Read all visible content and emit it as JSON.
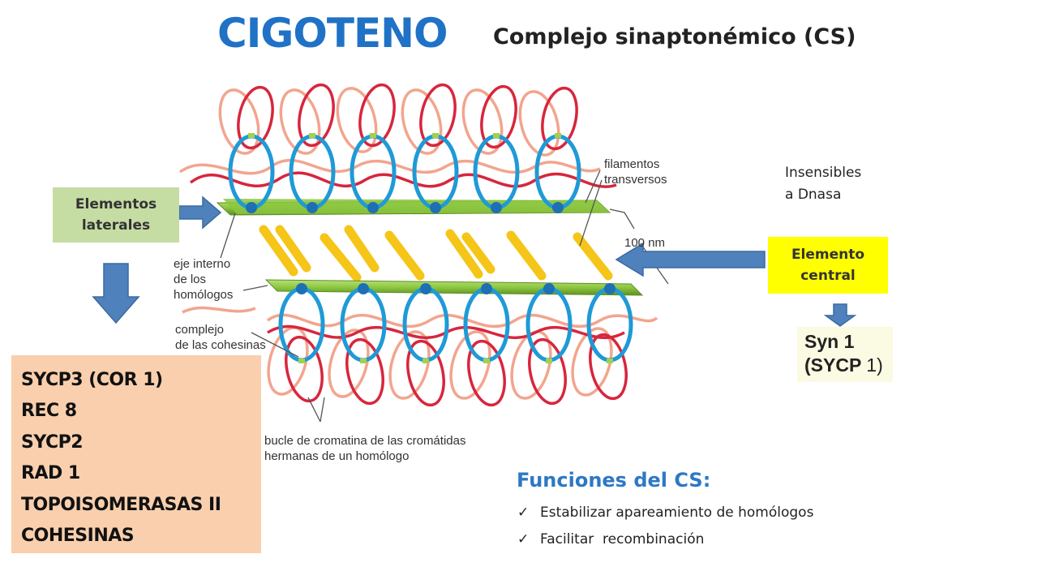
{
  "title": "CIGOTENO",
  "subtitle": "Complejo sinaptonémico (CS)",
  "lateral_box": {
    "line1": "Elementos",
    "line2": "laterales"
  },
  "central_box": {
    "line1": "Elemento",
    "line2": "central"
  },
  "insensitive": {
    "line1": "Insensibles",
    "line2": "a Dnasa"
  },
  "syn": {
    "line1": "Syn 1",
    "line2_bold": "(SYCP ",
    "line2_num": "1",
    "line2_close": ")"
  },
  "proteins": [
    "SYCP3 (COR 1)",
    "REC 8",
    "SYCP2",
    "RAD 1",
    "TOPOISOMERASAS II",
    "COHESINAS"
  ],
  "functions": {
    "title": "Funciones del CS:",
    "items": [
      "Estabilizar apareamiento de homólogos",
      "Facilitar  recombinación"
    ]
  },
  "figure_labels": {
    "filamentos": [
      "filamentos",
      "transversos"
    ],
    "nm": "100 nm",
    "eje": [
      "eje interno",
      "de los",
      "homólogos"
    ],
    "cohesinas": [
      "complejo",
      "de las cohesinas"
    ],
    "bucle": [
      "bucle de cromatina de las cromátidas",
      "hermanas de un homólogo"
    ]
  },
  "colors": {
    "title": "#1f72c6",
    "lateral_box": "#c5dca3",
    "central_box": "#ffff00",
    "protein_box": "#f9cfad",
    "arrow": "#4f81bd",
    "lateral_element": "#8cc63f",
    "transverse": "#f5c518",
    "cohesin_ring": "#1f9ad6",
    "chromatin_red": "#d7263d",
    "chromatin_pink": "#f2a58e"
  }
}
